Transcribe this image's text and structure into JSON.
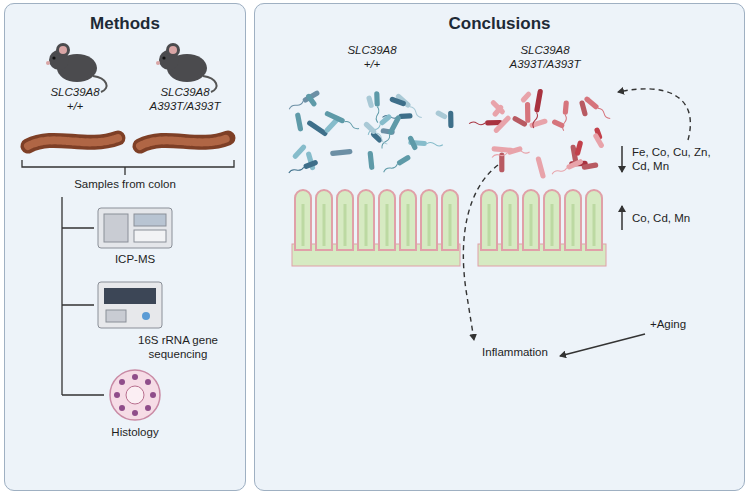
{
  "diagram": {
    "nodes": [
      {
        "text": [
          "Methods"
        ]
      },
      {
        "text": [
          "Conclusions"
        ]
      }
    ],
    "labels": [
      "SLC39A8 +/+",
      "SLC39A8 A393T/A393T",
      "Samples from colon",
      "ICP-MS",
      "16S rRNA gene sequencing",
      "Histology",
      "SLC39A8 +/+",
      "SLC39A8 A393T/A393T",
      "Fe, Co, Cu, Zn, Cd, Mn",
      "Co, Cd, Mn",
      "Inflammation",
      "+Aging"
    ]
  }
}
